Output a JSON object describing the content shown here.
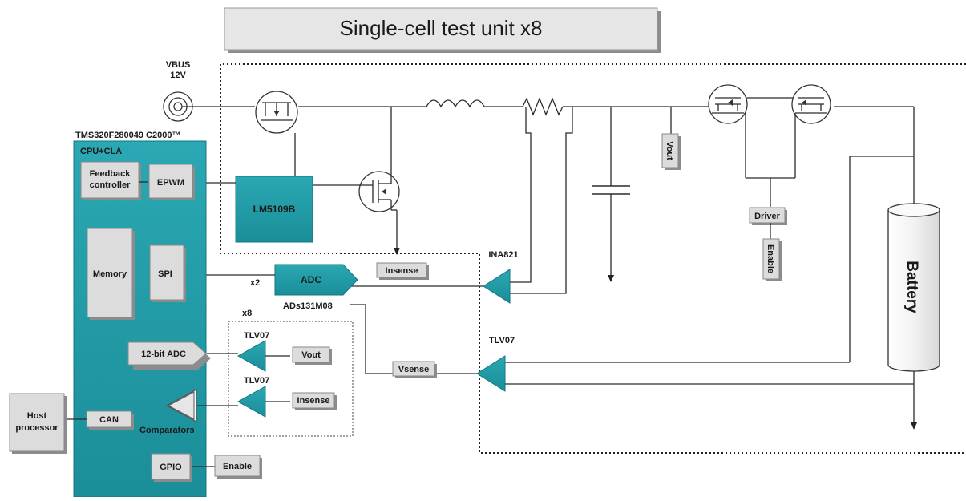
{
  "title": "Single-cell test unit x8",
  "vbus": {
    "line1": "VBUS",
    "line2": "12V"
  },
  "mcu": {
    "name": "TMS320F280049 C2000™",
    "subtitle": "CPU+CLA",
    "feedback": {
      "line1": "Feedback",
      "line2": "controller"
    },
    "epwm": "EPWM",
    "memory": "Memory",
    "spi": "SPI",
    "adc12": "12-bit ADC",
    "can": "CAN",
    "comparators": "Comparators",
    "gpio": "GPIO"
  },
  "host": {
    "line1": "Host",
    "line2": "processor"
  },
  "driver_ic": "LM5109B",
  "adc": {
    "label": "ADC",
    "part": "ADs131M08",
    "multiplier": "x2"
  },
  "x8_label": "x8",
  "tlv_a": "TLV07",
  "tlv_b": "TLV07",
  "tlv_c": "TLV07",
  "ina": "INA821",
  "tags": {
    "vout_small": "Vout",
    "insense_small": "Insense",
    "insense_mid": "Insense",
    "vsense": "Vsense",
    "vout_vertical": "Vout",
    "driver": "Driver",
    "enable_vertical": "Enable",
    "enable_gpio": "Enable"
  },
  "battery": "Battery",
  "colors": {
    "teal": "#1f9aa6",
    "teal_dark": "#137782",
    "gray_box": "#dcdcdc",
    "gray_shadow": "#8c8c8c"
  }
}
